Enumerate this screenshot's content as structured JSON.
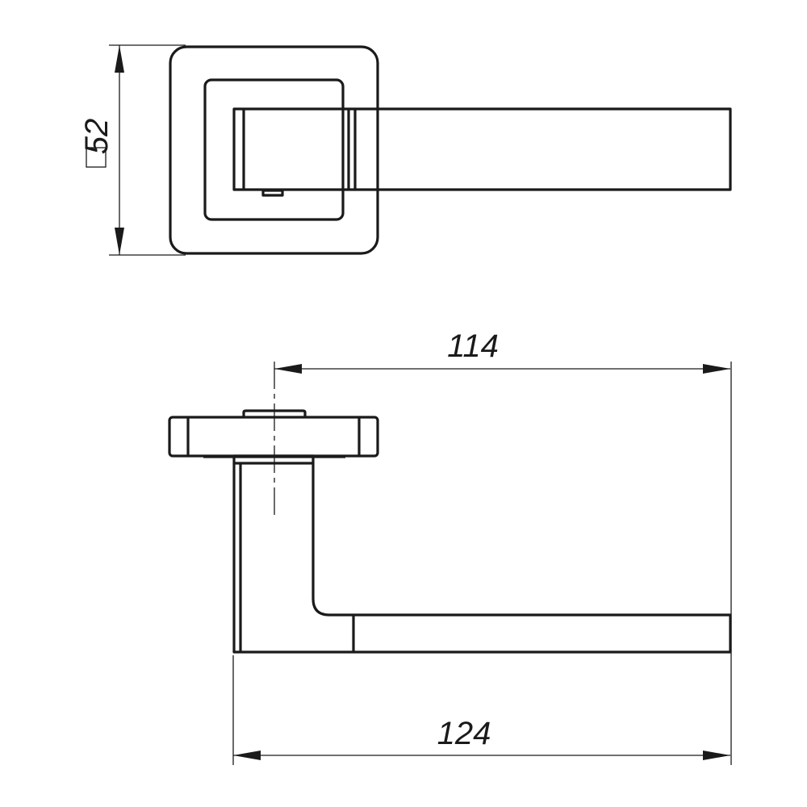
{
  "drawing": {
    "dimensions": {
      "rosette_size": {
        "symbol": "□",
        "value": "52"
      },
      "lever_reach": {
        "value": "114"
      },
      "overall_length": {
        "value": "124"
      }
    },
    "line_color": "#1a1a1a",
    "background": "#ffffff"
  }
}
